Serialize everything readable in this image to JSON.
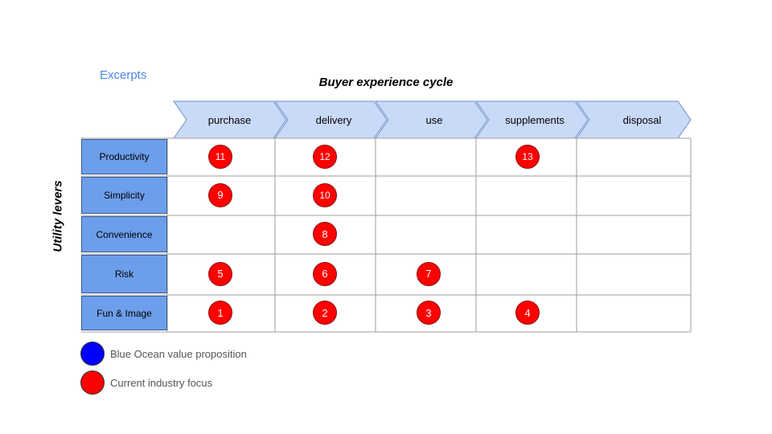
{
  "excerpts_label": "Excerpts",
  "title": "Buyer experience cycle",
  "side_title": "Utility levers",
  "stages": [
    "purchase",
    "delivery",
    "use",
    "supplements",
    "disposal"
  ],
  "levers": [
    "Productivity",
    "Simplicity",
    "Convenience",
    "Risk",
    "Fun & Image"
  ],
  "markers": [
    {
      "label": "11",
      "lever": 0,
      "stage": 0
    },
    {
      "label": "12",
      "lever": 0,
      "stage": 1
    },
    {
      "label": "13",
      "lever": 0,
      "stage": 3
    },
    {
      "label": "9",
      "lever": 1,
      "stage": 0
    },
    {
      "label": "10",
      "lever": 1,
      "stage": 1
    },
    {
      "label": "8",
      "lever": 2,
      "stage": 1
    },
    {
      "label": "5",
      "lever": 3,
      "stage": 0
    },
    {
      "label": "6",
      "lever": 3,
      "stage": 1
    },
    {
      "label": "7",
      "lever": 3,
      "stage": 2
    },
    {
      "label": "1",
      "lever": 4,
      "stage": 0
    },
    {
      "label": "2",
      "lever": 4,
      "stage": 1
    },
    {
      "label": "3",
      "lever": 4,
      "stage": 2
    },
    {
      "label": "4",
      "lever": 4,
      "stage": 3
    }
  ],
  "legend": [
    {
      "label": "Blue Ocean value proposition",
      "color": "#0000ff"
    },
    {
      "label": "Current industry focus",
      "color": "#ff0000"
    }
  ],
  "colors": {
    "stage_fill": "#c9daf8",
    "stage_stroke": "#6d8fc7",
    "lever_fill": "#6d9eeb",
    "grid_line": "#9e9e9e",
    "marker_fill": "#ff0000",
    "title_accent": "#4a86e8"
  }
}
